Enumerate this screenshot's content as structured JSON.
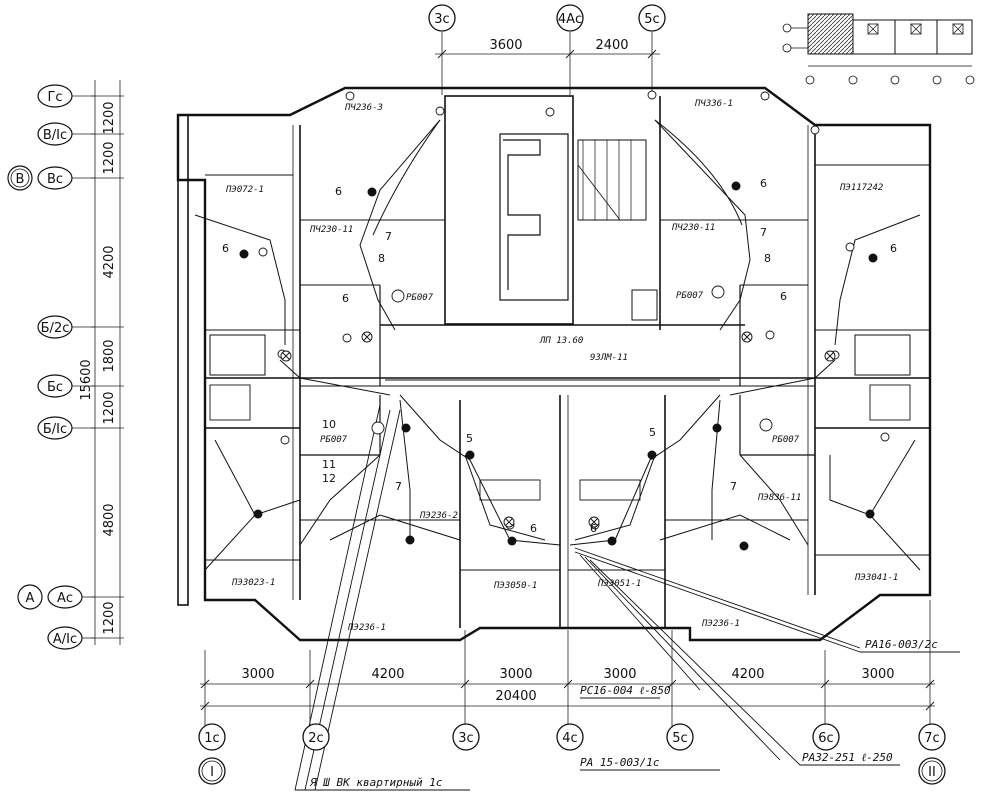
{
  "axes_top": [
    "3с",
    "4Ас",
    "5с"
  ],
  "axes_bottom": [
    "1с",
    "2с",
    "3с",
    "4с",
    "5с",
    "6с",
    "7с"
  ],
  "axes_left": [
    "Гс",
    "В/Іс",
    "Вс",
    "Б/2с",
    "Бс",
    "Б/Іс",
    "Ас",
    "А/Іс"
  ],
  "axes_left_outer": [
    "В",
    "А"
  ],
  "dims_top": [
    "3600",
    "2400"
  ],
  "dims_bottom": [
    "3000",
    "4200",
    "3000",
    "3000",
    "4200",
    "3000"
  ],
  "dim_bottom_total": "20400",
  "dims_left": [
    "1200",
    "1200",
    "4200",
    "1800",
    "1200",
    "4800",
    "1200"
  ],
  "dim_left_total": "15600",
  "sections": [
    "I",
    "II"
  ],
  "panel_labels": [
    "ПЧ236-3",
    "ПЧ336-1",
    "ПЭ072-1",
    "ПЭ117242",
    "ПЧ230-11",
    "ПЧ230-11",
    "ЛП 13.60",
    "93ЛМ-11",
    "ПЭ236-1",
    "ПЭ236-1",
    "ПЭ236-2",
    "ПЭ3041-1",
    "ПЭ3023-1",
    "ПЭ3050-1",
    "ПЭ3051-1",
    "ПЭ836-11"
  ],
  "labels_reduced": [
    "РБ007",
    "РБ007",
    "РБ007",
    "РБ007"
  ],
  "room_numbers": [
    "6",
    "6",
    "7",
    "7",
    "6",
    "6",
    "8",
    "8",
    "6",
    "6",
    "7",
    "7",
    "5",
    "5",
    "6",
    "6",
    "10",
    "11",
    "12"
  ],
  "callouts": {
    "ra16_003_2c": "РА16-003/2с",
    "rs16_004": "РС16-004 ℓ-850",
    "ra15_003_1c": "РА 15-003/1с",
    "ra32_251": "РА32-251 ℓ-250",
    "bottom_note": "Я Ш ВК квартирный 1с"
  }
}
